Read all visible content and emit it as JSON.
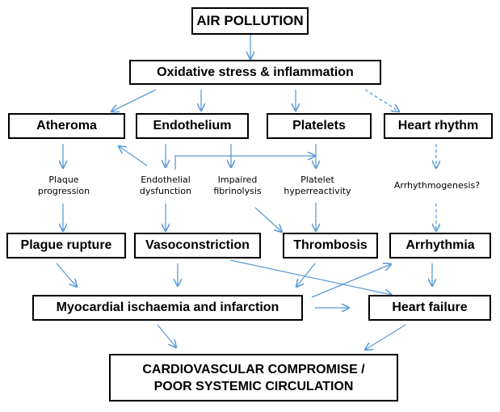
{
  "nodes": {
    "air_pollution": "AIR POLLUTION",
    "oxidative_stress": "Oxidative stress & inflammation",
    "atheroma": "Atheroma",
    "endothelium": "Endothelium",
    "platelets": "Platelets",
    "heart_rhythm": "Heart rhythm",
    "plague_rupture": "Plague rupture",
    "vasoconstriction": "Vasoconstriction",
    "thrombosis": "Thrombosis",
    "arrhythmia": "Arrhythmia",
    "myocardial": "Myocardial ischaemia and infarction",
    "heart_failure": "Heart failure",
    "outcome_line1": "CARDIOVASCULAR COMPROMISE /",
    "outcome_line2": "POOR SYSTEMIC CIRCULATION"
  },
  "labels": {
    "plaque_progression_1": "Plaque",
    "plaque_progression_2": "progression",
    "endothelial_dysfunction_1": "Endothelial",
    "endothelial_dysfunction_2": "dysfunction",
    "impaired_fibrinolysis_1": "Impaired",
    "impaired_fibrinolysis_2": "fibrinolysis",
    "platelet_hyperreactivity_1": "Platelet",
    "platelet_hyperreactivity_2": "hyperreactivity",
    "arrhythmogenesis": "Arrhythmogenesis?"
  },
  "colors": {
    "arrow": "#5b9bd5",
    "border": "#000000"
  }
}
